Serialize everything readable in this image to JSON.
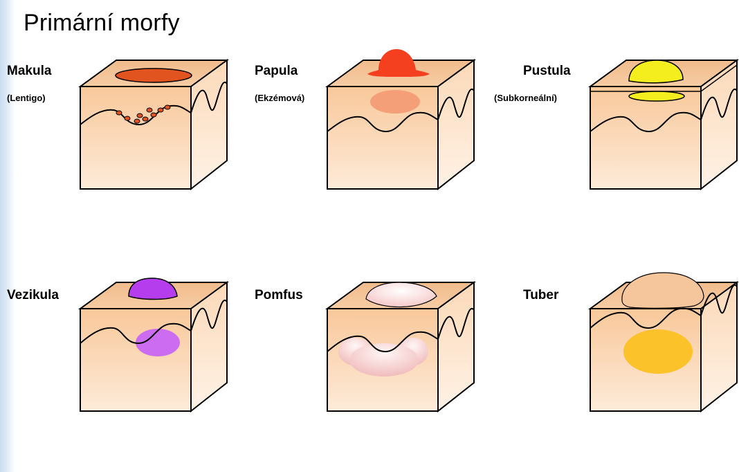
{
  "title": "Primární morfy",
  "morphs": [
    {
      "label": "Makula",
      "sublabel": "(Lentigo)"
    },
    {
      "label": "Papula",
      "sublabel": "(Ekzémová)"
    },
    {
      "label": "Pustula",
      "sublabel": "(Subkorneální)"
    },
    {
      "label": "Vezikula",
      "sublabel": ""
    },
    {
      "label": "Pomfus",
      "sublabel": ""
    },
    {
      "label": "Tuber",
      "sublabel": ""
    }
  ],
  "colors": {
    "skin_front": "#fbd4ad",
    "skin_top": "#f4c79d",
    "skin_side": "#fde3c9",
    "makula": "#e2541f",
    "papula": "#f5401f",
    "papula_inner": "#f59f78",
    "pustula": "#f5ee1f",
    "vezikula": "#b53ded",
    "vezikula_inner": "#cc6cf0",
    "pomfus": "#fbeaea",
    "tuber": "#f5c69b",
    "tuber_inner": "#fcc22a"
  }
}
